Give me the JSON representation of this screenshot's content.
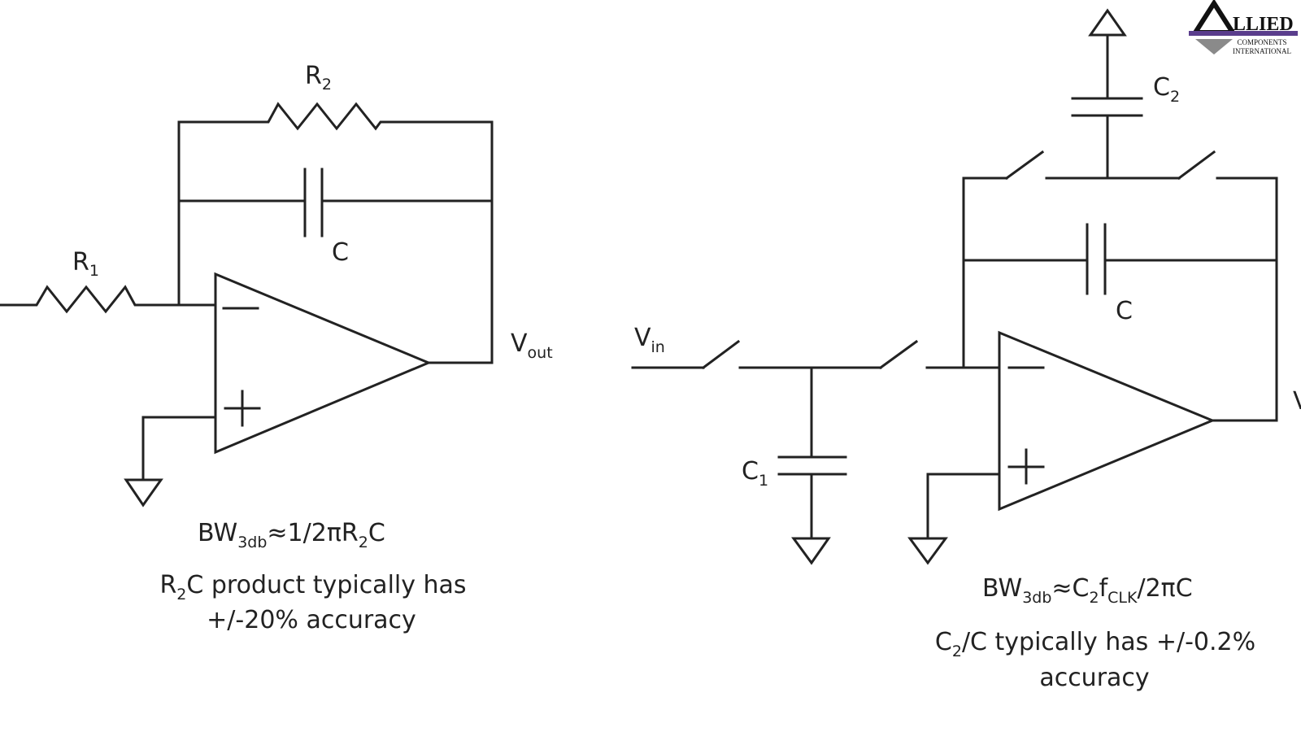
{
  "left_circuit": {
    "r1": {
      "letter": "R",
      "sub": "1"
    },
    "r2": {
      "letter": "R",
      "sub": "2"
    },
    "cap": "C",
    "vout": {
      "letter": "V",
      "sub": "out"
    },
    "minus_sign": "−",
    "plus_sign": "+",
    "equation": {
      "a": "BW",
      "a_sub": "3db",
      "b": "≈1/2πR",
      "b_sub": "2",
      "c": "C"
    },
    "caption": {
      "line1_a": "R",
      "line1_sub": "2",
      "line1_b": "C product typically has",
      "line2": "+/-20% accuracy"
    }
  },
  "right_circuit": {
    "vin": {
      "letter": "V",
      "sub": "in"
    },
    "c1": {
      "letter": "C",
      "sub": "1"
    },
    "c2": {
      "letter": "C",
      "sub": "2"
    },
    "cap": "C",
    "vout_partial": "V",
    "minus_sign": "−",
    "plus_sign": "+",
    "equation": {
      "a": "BW",
      "a_sub": "3db",
      "b": "≈C",
      "b_sub": "2",
      "c": "f",
      "c_sub": "CLK",
      "d": "/2πC"
    },
    "caption": {
      "line1_a": "C",
      "line1_sub": "2",
      "line1_b": "/C typically has +/-0.2%",
      "line2": "accuracy"
    }
  },
  "logo": {
    "brand": "LLIED",
    "initial": "A",
    "line1": "COMPONENTS",
    "line2": "INTERNATIONAL",
    "colors": {
      "dark": "#111111",
      "purple": "#5a3d8c",
      "gray": "#8a8a8a"
    }
  }
}
